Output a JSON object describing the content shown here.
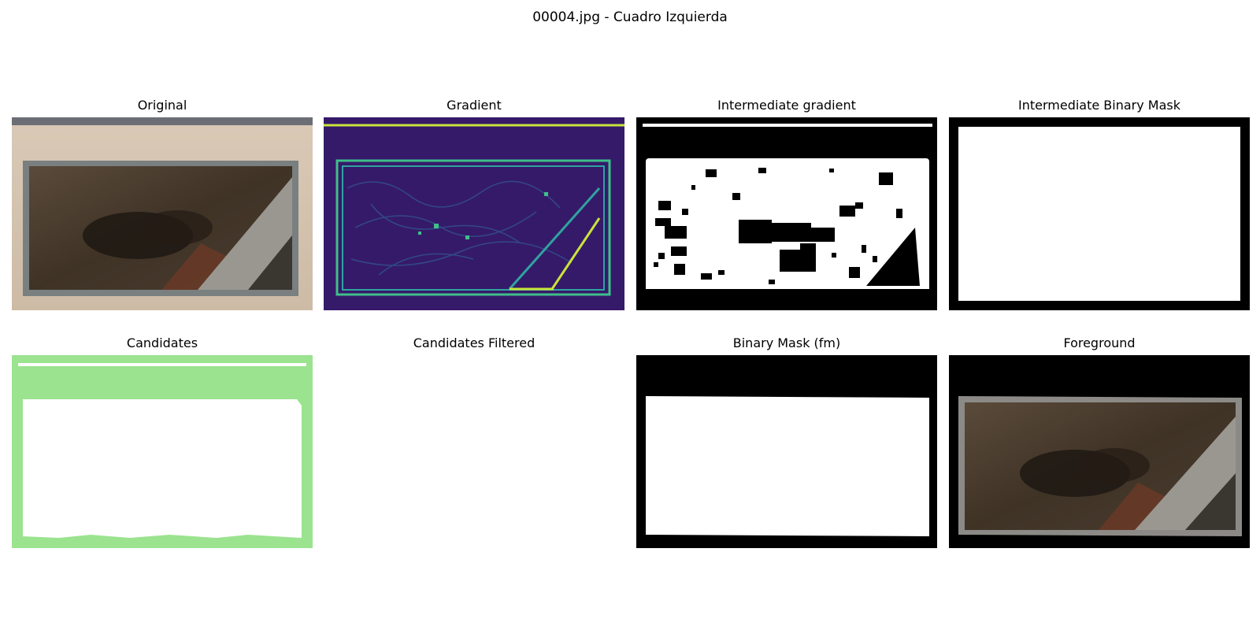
{
  "figure": {
    "title": "00004.jpg - Cuadro Izquierda"
  },
  "panels": [
    {
      "title": "Original",
      "kind": "photo"
    },
    {
      "title": "Gradient",
      "kind": "gradient-map"
    },
    {
      "title": "Intermediate gradient",
      "kind": "binary-noisy"
    },
    {
      "title": "Intermediate Binary Mask",
      "kind": "binary-rect"
    },
    {
      "title": "Candidates",
      "kind": "candidate-overlay"
    },
    {
      "title": "Candidates Filtered",
      "kind": "empty"
    },
    {
      "title": "Binary Mask (fm)",
      "kind": "binary-rect"
    },
    {
      "title": "Foreground",
      "kind": "photo-masked"
    }
  ],
  "colors": {
    "candidate_green": "#9be38f",
    "gradient_bg": "#3b1a66",
    "gradient_edge": "#c8e43a",
    "gradient_teal": "#2fa3a0",
    "mask_black": "#000000",
    "mask_white": "#ffffff"
  }
}
